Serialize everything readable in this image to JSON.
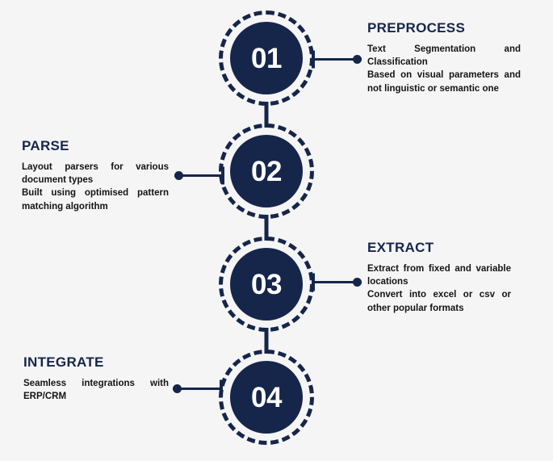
{
  "theme": {
    "background": "#f5f5f5",
    "accent_navy": "#16264a",
    "number_text": "#ffffff",
    "body_text": "#141414"
  },
  "steps": [
    {
      "number": "01",
      "heading": "PREPROCESS",
      "side": "right",
      "description_lines": [
        "Text Segmentation and Classification",
        "Based on visual parameters and not linguistic or semantic one"
      ]
    },
    {
      "number": "02",
      "heading": "PARSE",
      "side": "left",
      "description_lines": [
        "Layout parsers for various document types",
        "Built using optimised pattern matching algorithm"
      ]
    },
    {
      "number": "03",
      "heading": "EXTRACT",
      "side": "right",
      "description_lines": [
        "Extract from fixed and variable locations",
        "Convert into excel or csv or other popular formats"
      ]
    },
    {
      "number": "04",
      "heading": "INTEGRATE",
      "side": "left",
      "description_lines": [
        "Seamless integrations with ERP/CRM"
      ]
    }
  ]
}
